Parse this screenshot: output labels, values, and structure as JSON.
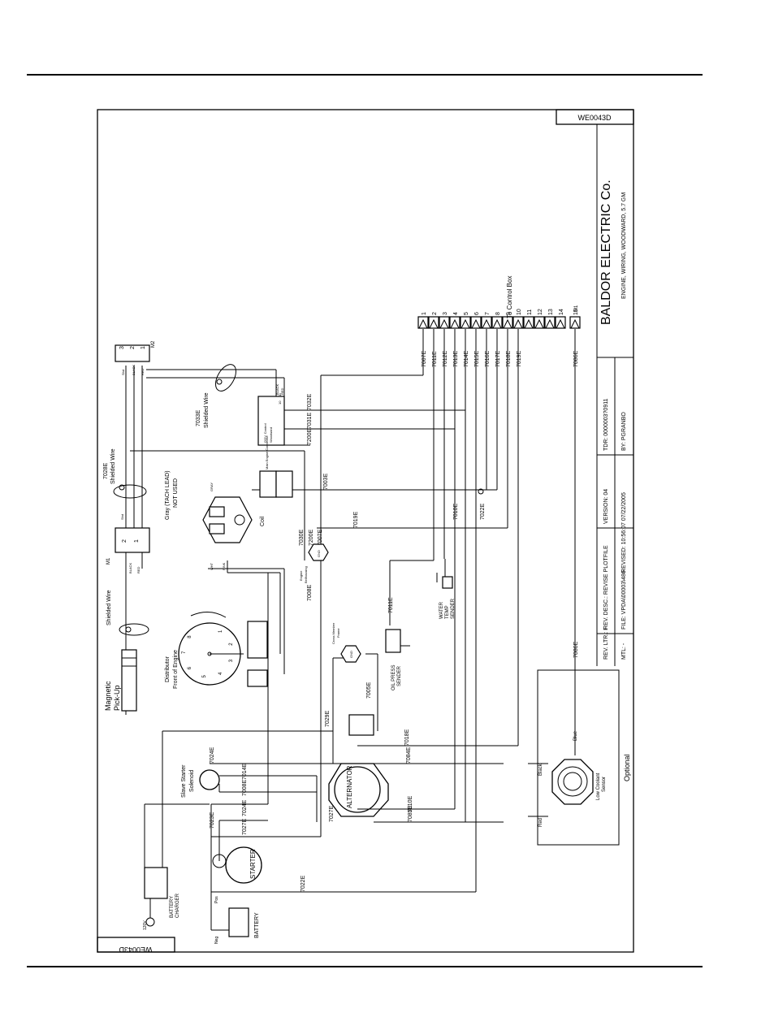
{
  "title_block": {
    "company": "BALDOR ELECTRIC Co.",
    "description": "ENGINE, WIRING, WOODWARD, 5.7 GM",
    "drawing_number": "WE0043D",
    "tdr": "TDR: 0000003?0911",
    "by": "BY: PGRANBO",
    "rev_desc": "REV. DESC.: REVISE PLOTFILE",
    "rev_ltr": "REV. LTR.: F",
    "version": "VERSION: 04",
    "file": "FILE: VPDA\\00003\\486",
    "revised": "REVISED: 10:56:07 07/22/2005",
    "mtl": "MTL: -"
  },
  "terminal_strip": {
    "label": "To Control Box",
    "terminals": [
      "1",
      "2",
      "3",
      "4",
      "5",
      "6",
      "7",
      "8",
      "9",
      "10",
      "11",
      "12",
      "13",
      "14",
      "15"
    ],
    "strip_name": "M1",
    "wires": [
      "7007E",
      "7011E",
      "7012E",
      "7013E",
      "7014E",
      "7015E",
      "7016E",
      "7017E",
      "7018E",
      "7019E"
    ],
    "wire_15": "7086E"
  },
  "components": {
    "m2_plug": {
      "name": "M2",
      "pins": [
        "3",
        "2",
        "1"
      ],
      "wires": [
        "Shd",
        "BLACK",
        "RED"
      ]
    },
    "m1_plug": {
      "name": "M1",
      "pins": [
        "2",
        "1"
      ],
      "wires": [
        "Shd",
        "BLACK",
        "RED"
      ]
    },
    "shielded_wire_top": "7033E\nShielded Wire",
    "shielded_wire_mid": "7028E\nShielded Wire",
    "shielded_wire_bottom": "Shielded Wire",
    "gov_control": {
      "label": "GOV. Control\nWoodward",
      "wires": [
        "BLACK",
        "RED"
      ],
      "pins": [
        "10",
        "11"
      ]
    },
    "tach_lead": "Gray (TACH LEAD)\nNOT USED",
    "main_engine_connector": "Main\nEngine\nConnector",
    "coil": "Coil",
    "coil_wires": [
      "GRAY",
      "WHT",
      "PINK"
    ],
    "engine_bellhousing": "Engine\nBellhousing",
    "gnd": "GND",
    "distributor": "Distributor\nFront of Engine",
    "distributor_numbers": [
      "1",
      "2",
      "3",
      "4",
      "5",
      "6",
      "7",
      "8"
    ],
    "magnetic_pickup": "Magnetic\nPick-Up",
    "water_temp": "WATER\nTEMP\nSENDER",
    "oil_press": "OIL PRESS\nSENDER",
    "cross_member": "Cross Member\nFrame",
    "slave_starter": "Slave Starter\nSolenoid",
    "alternator": "ALTERNATOR",
    "starter": "STARTER",
    "battery_charger": "BATTERY\nCHARGER",
    "battery": "BATTERY",
    "battery_labels": [
      "Pos",
      "Neg",
      "120V"
    ],
    "low_coolant": "Low Coolant\nSensor",
    "low_coolant_wires": [
      "Blue",
      "Black",
      "Red"
    ],
    "optional": "Optional"
  },
  "wire_labels": [
    "7032E",
    "7031E",
    "7200E",
    "7003E",
    "7030E",
    "7200E",
    "7007E",
    "7019E",
    "7008E",
    "7010E",
    "7022E",
    "7011E",
    "7005E",
    "7029E",
    "7018E",
    "7024E",
    "7014E",
    "7084E",
    "7008E",
    "7023E",
    "7027E",
    "7024E",
    "7027E",
    "7010E",
    "7085E",
    "7022E",
    "7086E"
  ]
}
